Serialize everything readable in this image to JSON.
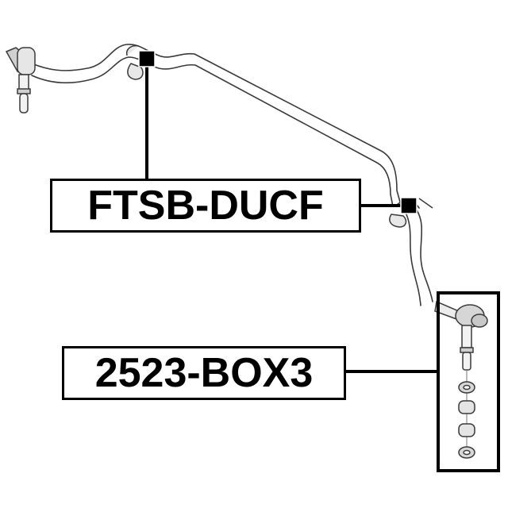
{
  "diagram": {
    "type": "exploded parts diagram - stabilizer bar",
    "colors": {
      "line": "#000000",
      "outline": "#3a3a3a",
      "shade": "#bdbdbd",
      "background": "#ffffff"
    },
    "callouts": [
      {
        "id": "bushing",
        "part_number": "FTSB-DUCF",
        "points_to": "stabilizer bar bushings"
      },
      {
        "id": "link",
        "part_number": "2523-BOX3",
        "points_to": "stabilizer link kit"
      }
    ]
  }
}
